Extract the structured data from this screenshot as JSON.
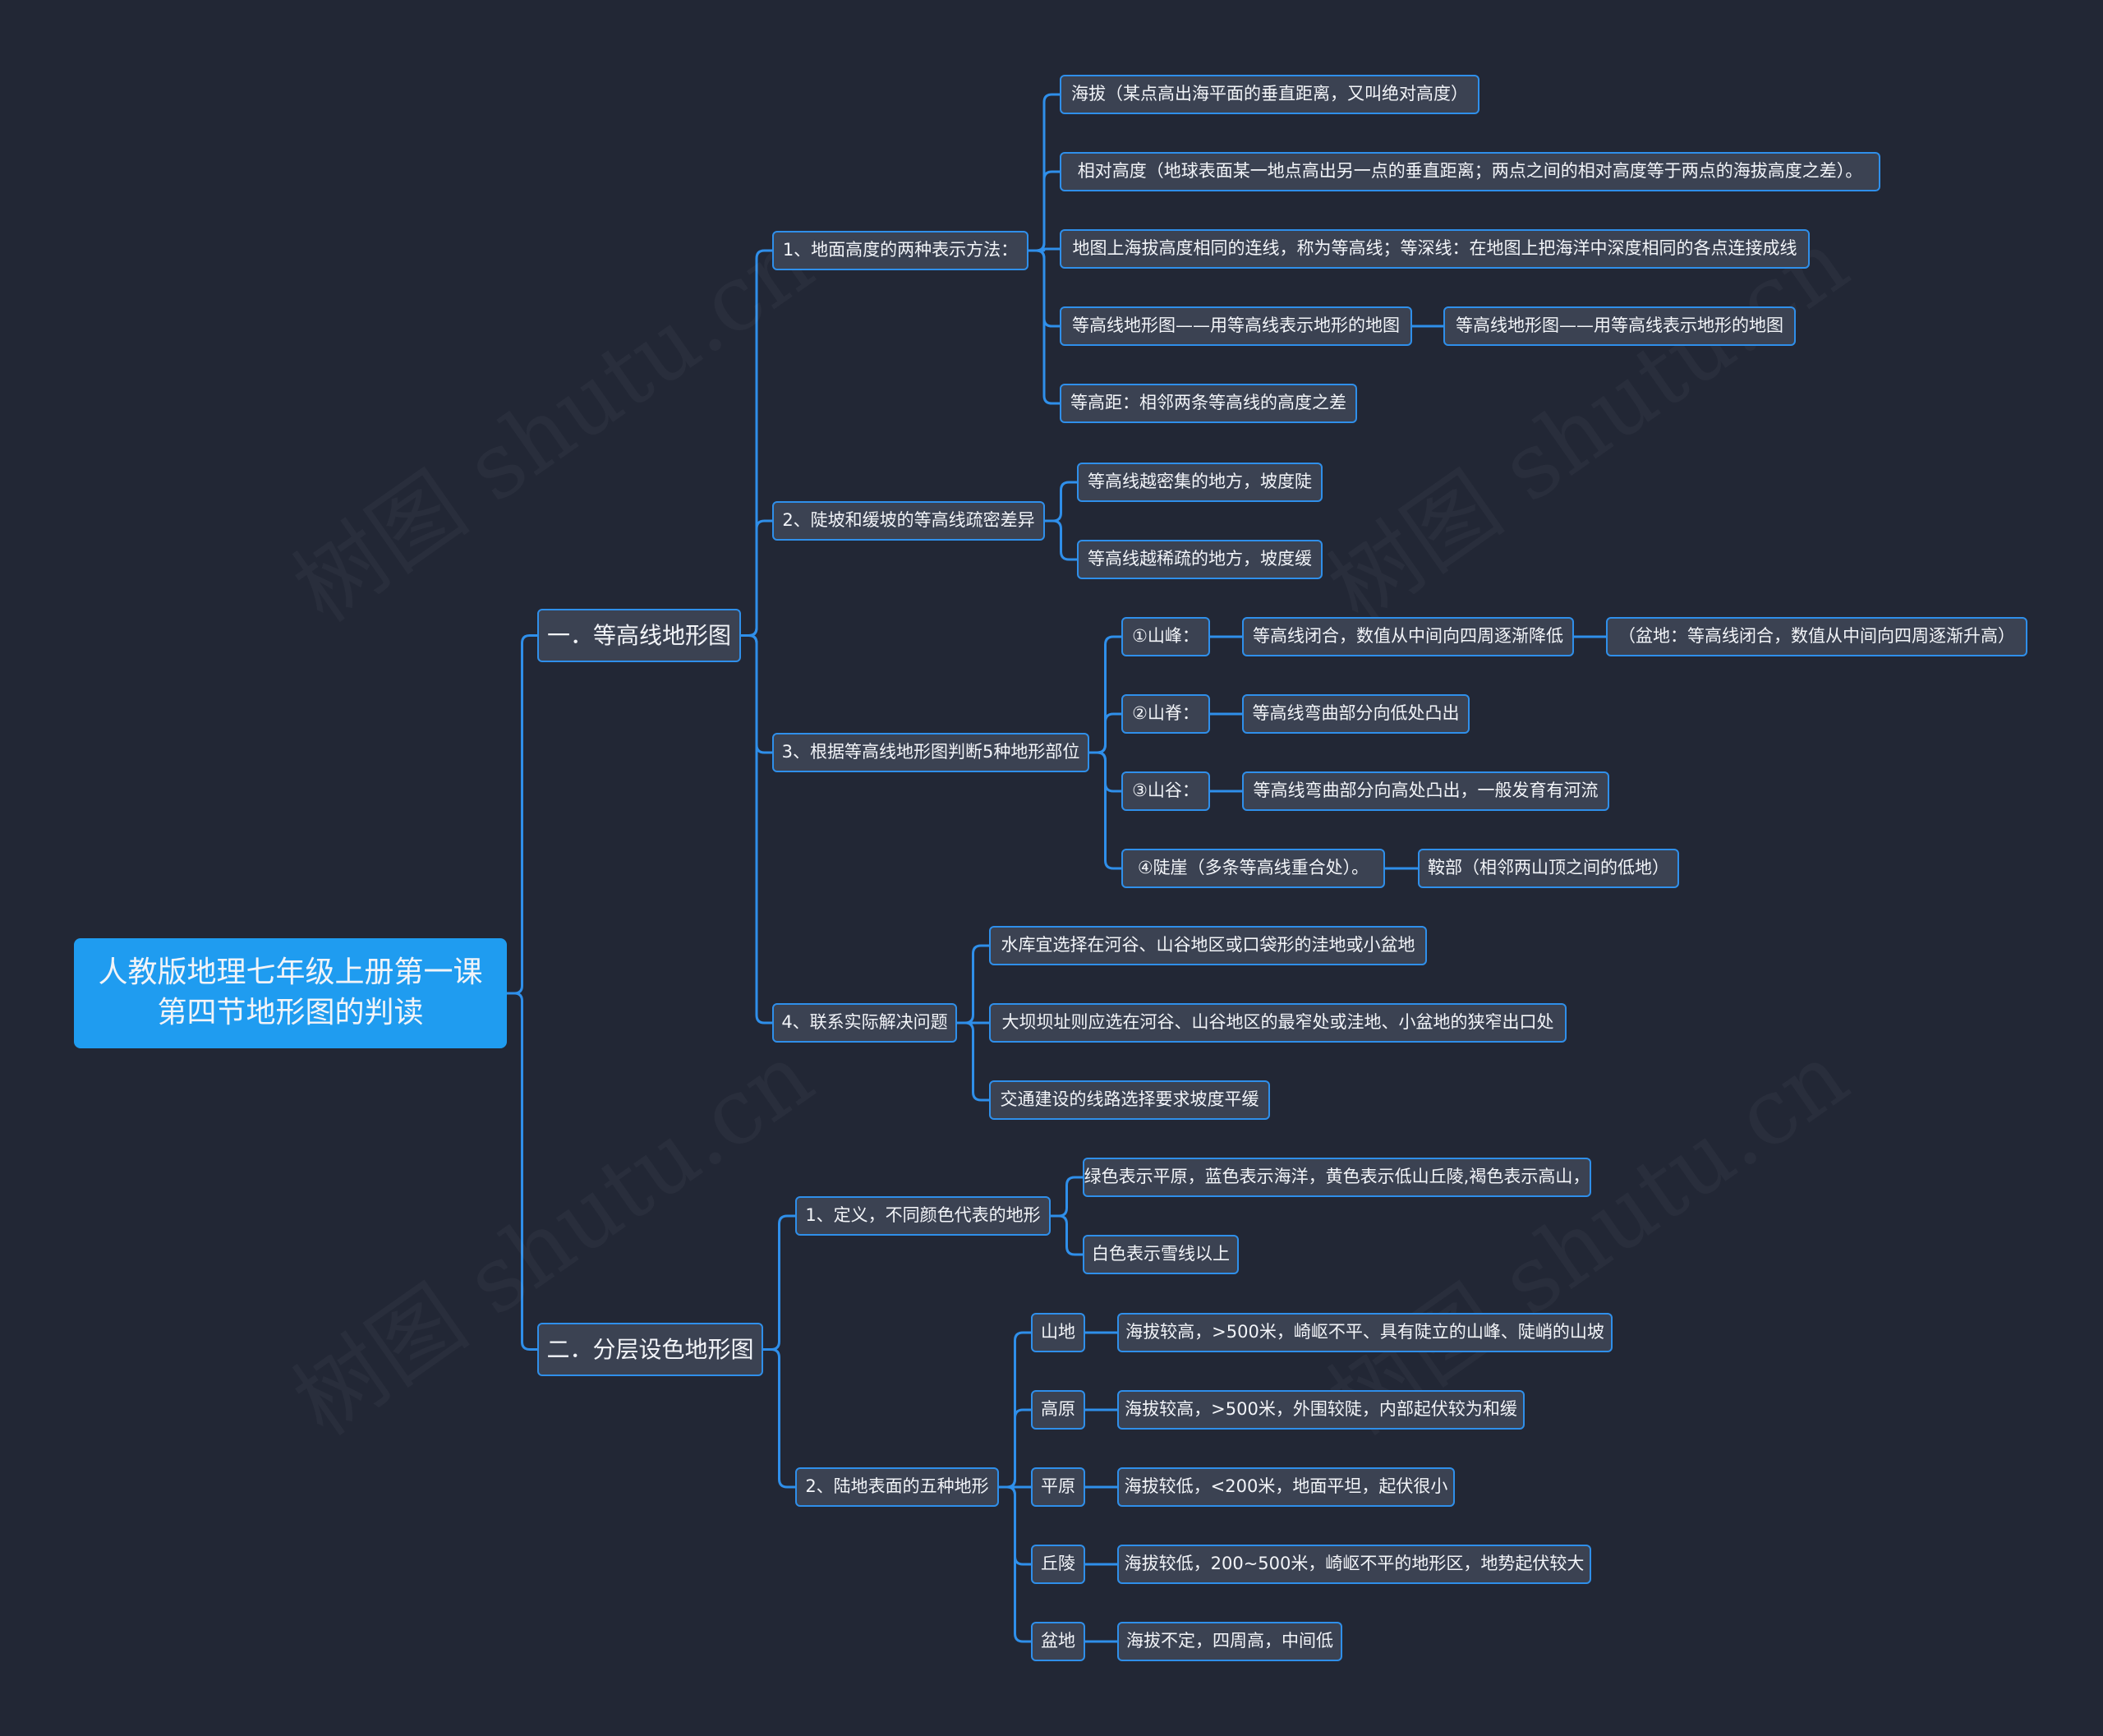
{
  "root": {
    "line1": "人教版地理七年级上册第一课",
    "line2": "第四节地形图的判读"
  },
  "watermark": "树图 shutu.cn",
  "nodes": {
    "b1": "一．等高线地形图",
    "b1_1": "1、地面高度的两种表示方法：",
    "b1_1_1": "海拔（某点高出海平面的垂直距离，又叫绝对高度）",
    "b1_1_2": "相对高度（地球表面某一地点高出另一点的垂直距离；两点之间的相对高度等于两点的海拔高度之差）。",
    "b1_1_3": "地图上海拔高度相同的连线，称为等高线；等深线：在地图上把海洋中深度相同的各点连接成线",
    "b1_1_4": "等高线地形图——用等高线表示地形的地图",
    "b1_1_4_1": "等高线地形图——用等高线表示地形的地图",
    "b1_1_5": "等高距：相邻两条等高线的高度之差",
    "b1_2": "2、陡坡和缓坡的等高线疏密差异",
    "b1_2_1": "等高线越密集的地方，坡度陡",
    "b1_2_2": "等高线越稀疏的地方，坡度缓",
    "b1_3": "3、根据等高线地形图判断5种地形部位",
    "b1_3_1": "①山峰：",
    "b1_3_1_1": "等高线闭合，数值从中间向四周逐渐降低",
    "b1_3_1_1_1": "（盆地：等高线闭合，数值从中间向四周逐渐升高）",
    "b1_3_2": "②山脊：",
    "b1_3_2_1": "等高线弯曲部分向低处凸出",
    "b1_3_3": "③山谷：",
    "b1_3_3_1": "等高线弯曲部分向高处凸出，一般发育有河流",
    "b1_3_4": "④陡崖（多条等高线重合处）。",
    "b1_3_4_1": "鞍部（相邻两山顶之间的低地）",
    "b1_4": "4、联系实际解决问题",
    "b1_4_1": "水库宜选择在河谷、山谷地区或口袋形的洼地或小盆地",
    "b1_4_2": "大坝坝址则应选在河谷、山谷地区的最窄处或洼地、小盆地的狭窄出口处",
    "b1_4_3": "交通建设的线路选择要求坡度平缓",
    "b2": "二．分层设色地形图",
    "b2_1": "1、定义，不同颜色代表的地形",
    "b2_1_1": "绿色表示平原，蓝色表示海洋，黄色表示低山丘陵,褐色表示高山，",
    "b2_1_2": "白色表示雪线以上",
    "b2_2": "2、陆地表面的五种地形",
    "b2_2_1": "山地",
    "b2_2_1_1": "海拔较高，>500米，崎岖不平、具有陡立的山峰、陡峭的山坡",
    "b2_2_2": "高原",
    "b2_2_2_1": "海拔较高，>500米，外围较陡，内部起伏较为和缓",
    "b2_2_3": "平原",
    "b2_2_3_1": "海拔较低，<200米，地面平坦，起伏很小",
    "b2_2_4": "丘陵",
    "b2_2_4_1": "海拔较低，200~500米，崎岖不平的地形区，地势起伏较大",
    "b2_2_5": "盆地",
    "b2_2_5_1": "海拔不定，四周高，中间低"
  },
  "colors": {
    "background": "#222735",
    "root_fill": "#1f9cf0",
    "node_fill": "#3b4252",
    "node_border": "#2f8fea",
    "link": "#2f8fea",
    "text": "#f2f4f8"
  }
}
